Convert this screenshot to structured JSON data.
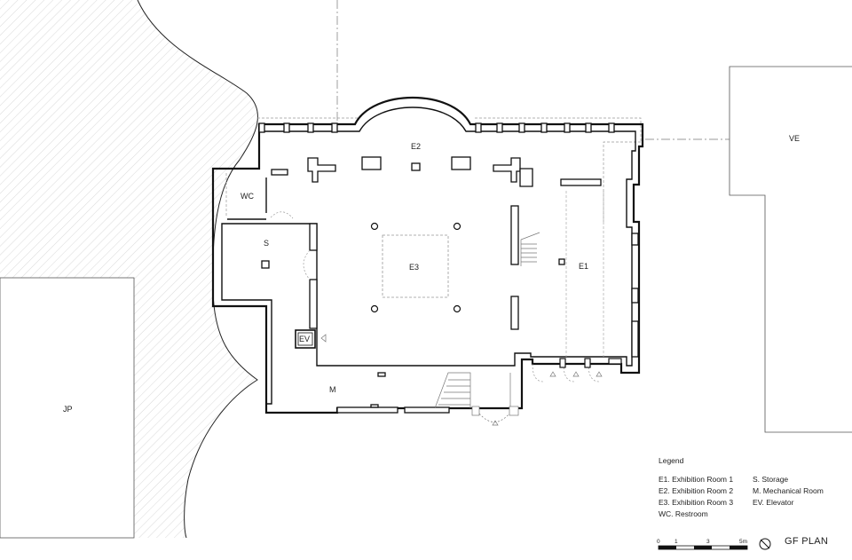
{
  "rooms": {
    "e1": "E1",
    "e2": "E2",
    "e3": "E3",
    "wc": "WC",
    "s": "S",
    "ev": "EV",
    "m": "M",
    "ve": "VE",
    "jp": "JP"
  },
  "legend": {
    "title": "Legend",
    "items": [
      "E1. Exhibition Room 1",
      "S. Storage",
      "E2. Exhibition Room 2",
      "M. Mechanical Room",
      "E3. Exhibition Room 3",
      "EV. Elevator",
      "WC. Restroom"
    ]
  },
  "scale": {
    "ticks": [
      "0",
      "1",
      "3",
      "5m"
    ]
  },
  "plan_title": "GF PLAN",
  "north_icon": "north-arrow-icon"
}
